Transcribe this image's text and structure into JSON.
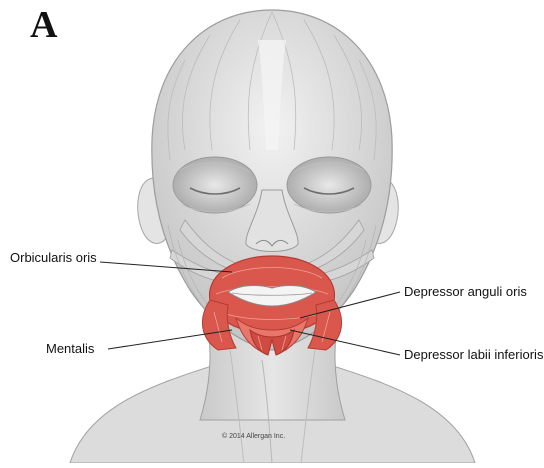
{
  "figure": {
    "panel_letter": "A",
    "copyright": "© 2014 Allergan Inc."
  },
  "labels": {
    "orbicularis_oris": "Orbicularis oris",
    "mentalis": "Mentalis",
    "depressor_anguli_oris": "Depressor anguli oris",
    "depressor_labii_inferioris": "Depressor labii inferioris"
  },
  "colors": {
    "skin_light": "#ececec",
    "skin_mid": "#d4d4d4",
    "skin_dark": "#a9a9a9",
    "muscle_red": "#d9574c",
    "muscle_light": "#ee8f84",
    "muscle_stroke": "#b53c33"
  }
}
